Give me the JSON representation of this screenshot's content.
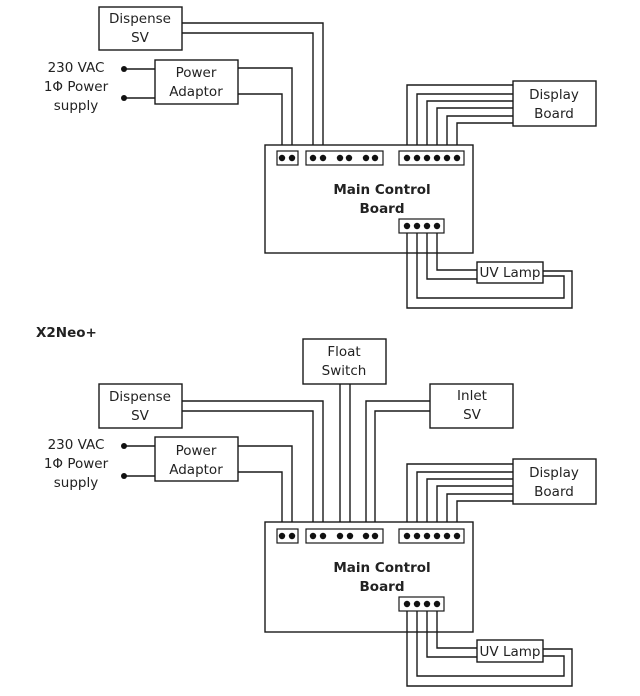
{
  "diagrams": [
    {
      "id": "top",
      "title": "",
      "components": {
        "dispense_sv": [
          "Dispense",
          "SV"
        ],
        "power_adaptor": [
          "Power",
          "Adaptor"
        ],
        "power_supply": [
          "230 VAC",
          "1Φ Power",
          "supply"
        ],
        "display_board": [
          "Display",
          "Board"
        ],
        "main_control_board": [
          "Main Control",
          "Board"
        ],
        "uv_lamp": [
          "UV Lamp"
        ]
      },
      "connectors": {
        "power": 2,
        "io": 6,
        "display": 6,
        "uv": 4
      }
    },
    {
      "id": "bottom",
      "title": "X2Neo+",
      "components": {
        "dispense_sv": [
          "Dispense",
          "SV"
        ],
        "float_switch": [
          "Float",
          "Switch"
        ],
        "inlet_sv": [
          "Inlet",
          "SV"
        ],
        "power_adaptor": [
          "Power",
          "Adaptor"
        ],
        "power_supply": [
          "230 VAC",
          "1Φ Power",
          "supply"
        ],
        "display_board": [
          "Display",
          "Board"
        ],
        "main_control_board": [
          "Main Control",
          "Board"
        ],
        "uv_lamp": [
          "UV Lamp"
        ]
      },
      "connectors": {
        "power": 2,
        "io": 6,
        "display": 6,
        "uv": 4
      }
    }
  ]
}
